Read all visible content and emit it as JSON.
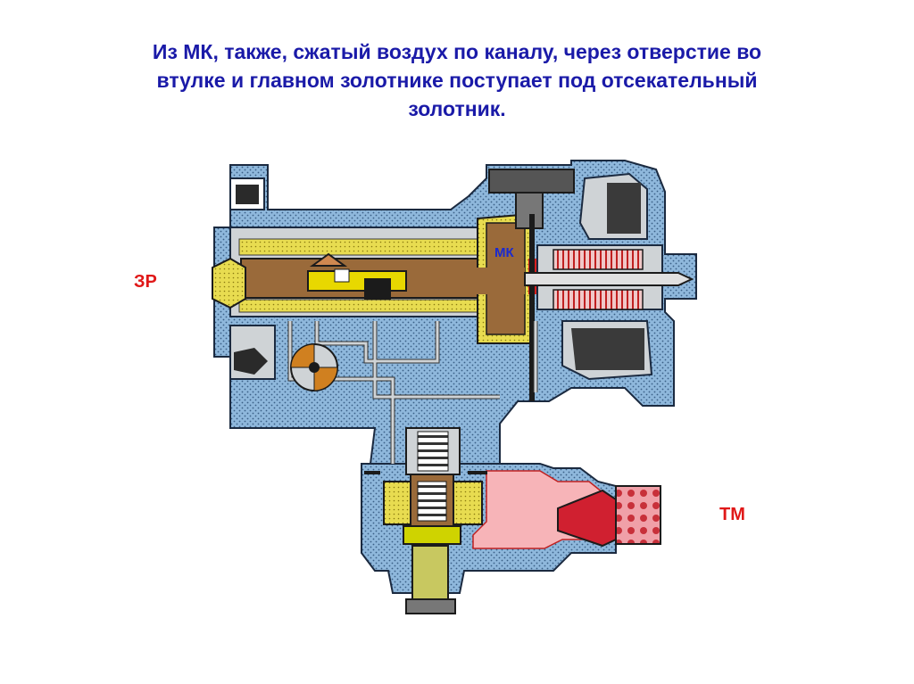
{
  "slide": {
    "title_lines": [
      "Из МК, также, сжатый воздух по каналу, через отверстие во",
      "втулке и главном золотнике поступает под отсекательный",
      "золотник."
    ]
  },
  "diagram": {
    "labels": {
      "zr": "ЗР",
      "tm": "ТМ",
      "mk": "МК"
    },
    "colors": {
      "title": "#1a1aa8",
      "outer_labels": "#e01818",
      "mk_label": "#1a2ad0",
      "housing": "#8fb8dc",
      "air_pressure": "#f7b4b8",
      "spool": "#9a6a3a",
      "seal_yellow": "#e8d800",
      "cavity_gray": "#cfd3d6"
    }
  }
}
